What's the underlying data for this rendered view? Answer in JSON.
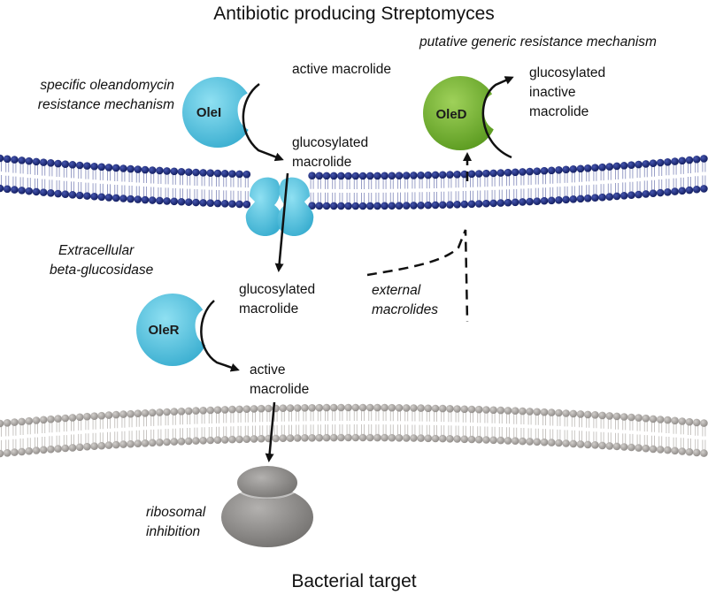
{
  "title_top": "Antibiotic producing Streptomyces",
  "title_bottom": "Bacterial target",
  "enzymes": {
    "olei": "OleI",
    "oled": "OleD",
    "oler": "OleR"
  },
  "labels": {
    "putative_generic": "putative generic resistance mechanism",
    "specific_1": "specific oleandomycin",
    "specific_2": "resistance mechanism",
    "active_macrolide_top": "active macrolide",
    "glucosylated_1_a": "glucosylated",
    "glucosylated_1_b": "macrolide",
    "glucosylated_inactive_a": "glucosylated",
    "glucosylated_inactive_b": "inactive",
    "glucosylated_inactive_c": "macrolide",
    "extracellular_1": "Extracellular",
    "extracellular_2": "beta-glucosidase",
    "glucosylated_2_a": "glucosylated",
    "glucosylated_2_b": "macrolide",
    "external_1": "external",
    "external_2": "macrolides",
    "active_bottom_a": "active",
    "active_bottom_b": "macrolide",
    "ribosomal_1": "ribosomal",
    "ribosomal_2": "inhibition"
  },
  "colors": {
    "membrane_top": "#1c2a7a",
    "membrane_bottom": "#a6a29f",
    "blue_enzyme": "#5bc4e0",
    "green_enzyme": "#74b52f",
    "ribosome": "#8c8a88"
  }
}
